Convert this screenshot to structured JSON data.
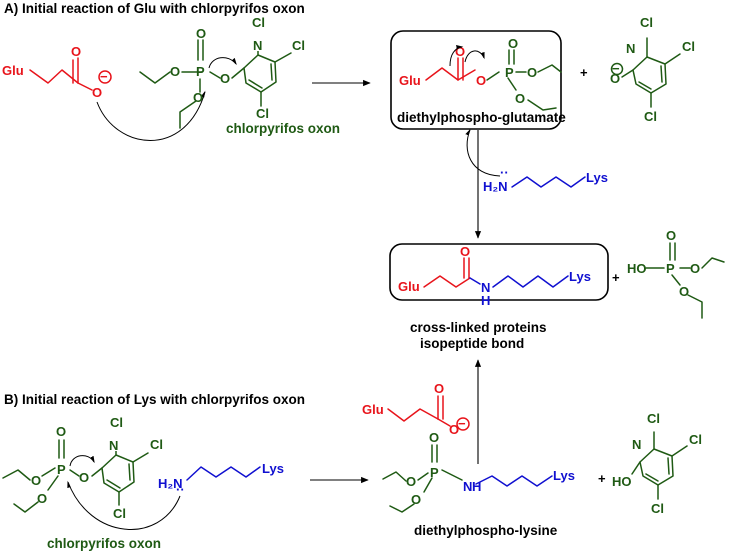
{
  "headers": {
    "a": "A) Initial reaction of Glu with chlorpyrifos oxon",
    "b": "B) Initial reaction of Lys with chlorpyrifos oxon"
  },
  "captions": {
    "chlorpyrifos_oxon": "chlorpyrifos oxon",
    "diethylphospho_glutamate": "diethylphospho-glutamate",
    "cross_linked_line1": "cross-linked proteins",
    "cross_linked_line2": "isopeptide bond",
    "diethylphospho_lysine": "diethylphospho-lysine"
  },
  "atoms": {
    "glu": "Glu",
    "lys": "Lys",
    "O": "O",
    "P": "P",
    "N": "N",
    "H": "H",
    "Cl": "Cl",
    "NH2": "H₂N",
    "HO": "HO",
    "plus": "+",
    "minus": "−",
    "lone_pair": "··"
  },
  "colors": {
    "glu_red": "#e8141b",
    "lys_blue": "#1010d0",
    "reagent_green": "#1f5a14",
    "black": "#000000"
  }
}
